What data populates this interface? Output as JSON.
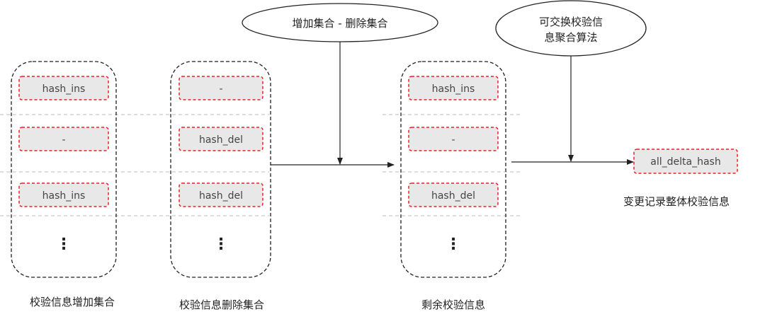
{
  "columns": [
    {
      "caption": "校验信息增加集合",
      "cells": [
        "hash_ins",
        "-",
        "hash_ins"
      ],
      "ellipsis": "⋮"
    },
    {
      "caption": "校验信息删除集合",
      "cells": [
        "-",
        "hash_del",
        "hash_del"
      ],
      "ellipsis": "⋮"
    },
    {
      "caption": "剩余校验信息",
      "cells": [
        "hash_ins",
        "-",
        "hash_del"
      ],
      "ellipsis": "⋮"
    }
  ],
  "operations": {
    "set_difference": "增加集合 - 删除集合",
    "aggregation_line1": "可交换校验信",
    "aggregation_line2": "息聚合算法"
  },
  "result": {
    "value": "all_delta_hash",
    "caption": "变更记录整体校验信息"
  },
  "colors": {
    "cell_border": "#e8202a",
    "cell_fill": "#e8e8e8",
    "group_border": "#222222",
    "row_divider": "#bbbbbb",
    "arrow": "#222222"
  }
}
